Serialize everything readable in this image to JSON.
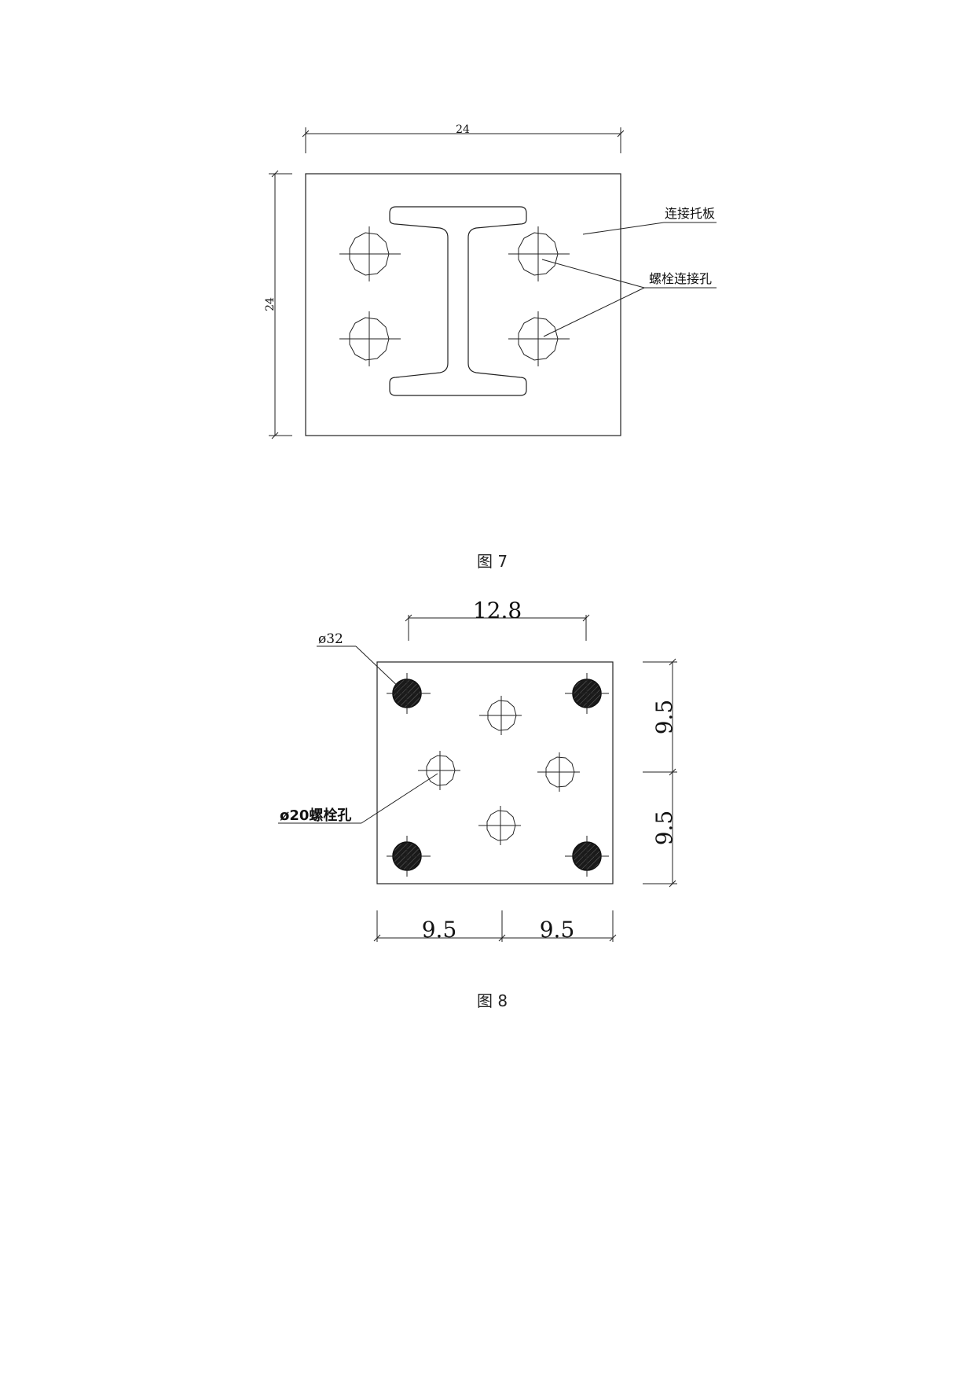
{
  "figure7": {
    "caption": "图 7",
    "dim_width": "24",
    "dim_height": "24",
    "label_plate": "连接托板",
    "label_bolt_hole": "螺栓连接孔"
  },
  "figure8": {
    "caption": "图 8",
    "dim_top": "12.8",
    "dim_right_top": "9.5",
    "dim_right_bottom": "9.5",
    "dim_bottom_left": "9.5",
    "dim_bottom_right": "9.5",
    "label_large_hole": "ø32",
    "label_small_hole": "ø20螺栓孔"
  },
  "colors": {
    "line": "#222222",
    "fill_dark": "#1a1a1a"
  }
}
